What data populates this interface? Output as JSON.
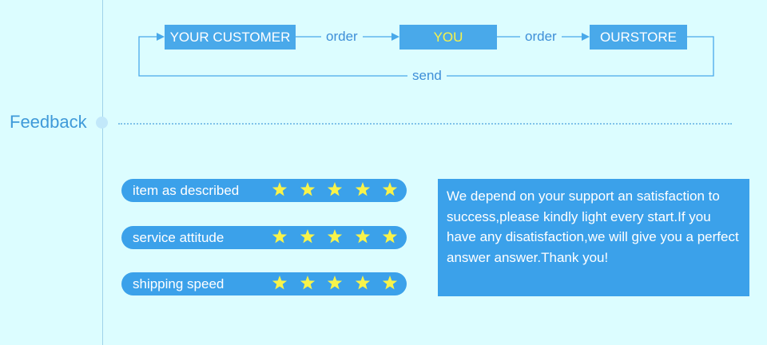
{
  "flow": {
    "customer_label": "YOUR CUSTOMER",
    "you_label": "YOU",
    "store_label": "OURSTORE",
    "order_label_1": "order",
    "order_label_2": "order",
    "send_label": "send",
    "line_color": "#49a9ea"
  },
  "feedback": {
    "title": "Feedback",
    "ratings": [
      {
        "label": "item as described",
        "stars": 5
      },
      {
        "label": "service attitude",
        "stars": 5
      },
      {
        "label": "shipping speed",
        "stars": 5
      }
    ],
    "star_color": "#f8f34a",
    "message": "We depend on your support an satisfaction to success,please kindly light every start.If you have any disatisfaction,we will give you a perfect answer answer.Thank you!"
  }
}
